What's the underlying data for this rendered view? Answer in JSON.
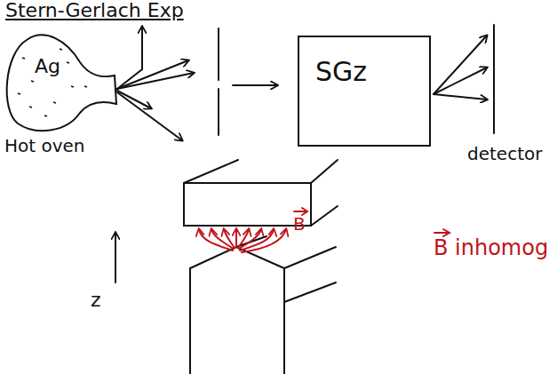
{
  "diagram": {
    "title": "Stern-Gerlach Exp",
    "nodes": [
      {
        "text": [
          "Ag",
          "Hot oven"
        ]
      },
      {
        "text": [
          "SGz"
        ]
      }
    ],
    "labels": [
      "detector",
      "B",
      "B inhomog",
      "z"
    ]
  }
}
